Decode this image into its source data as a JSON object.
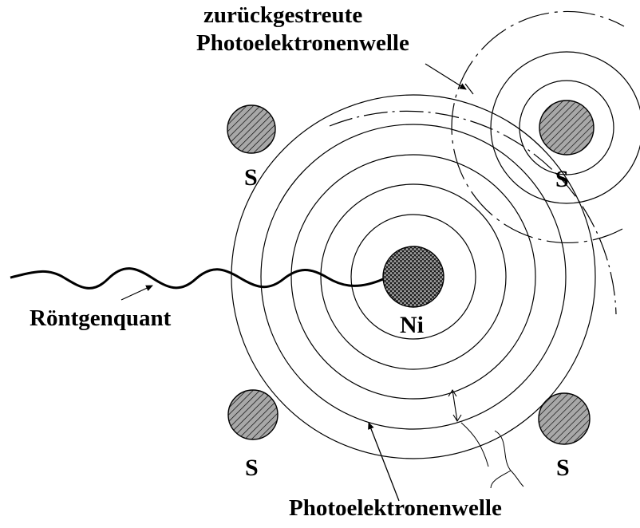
{
  "labels": {
    "backscatter_line1": "zurückgestreute",
    "backscatter_line2": "Photoelektronenwelle",
    "xray": "Röntgenquant",
    "photoelectron_wave": "Photoelektronenwelle",
    "central_atom": "Ni",
    "neighbor_atom": "S"
  },
  "atoms": [
    {
      "id": "ni",
      "element": "Ni",
      "fill": "crosshatch"
    },
    {
      "id": "s-top-left",
      "element": "S",
      "fill": "diagonal-hatch"
    },
    {
      "id": "s-top-right",
      "element": "S",
      "fill": "diagonal-hatch"
    },
    {
      "id": "s-bottom-left",
      "element": "S",
      "fill": "diagonal-hatch"
    },
    {
      "id": "s-bottom-right",
      "element": "S",
      "fill": "diagonal-hatch"
    }
  ],
  "colors": {
    "stroke": "#000000",
    "atom_fill": "#a8a8a8",
    "background": "#ffffff"
  }
}
